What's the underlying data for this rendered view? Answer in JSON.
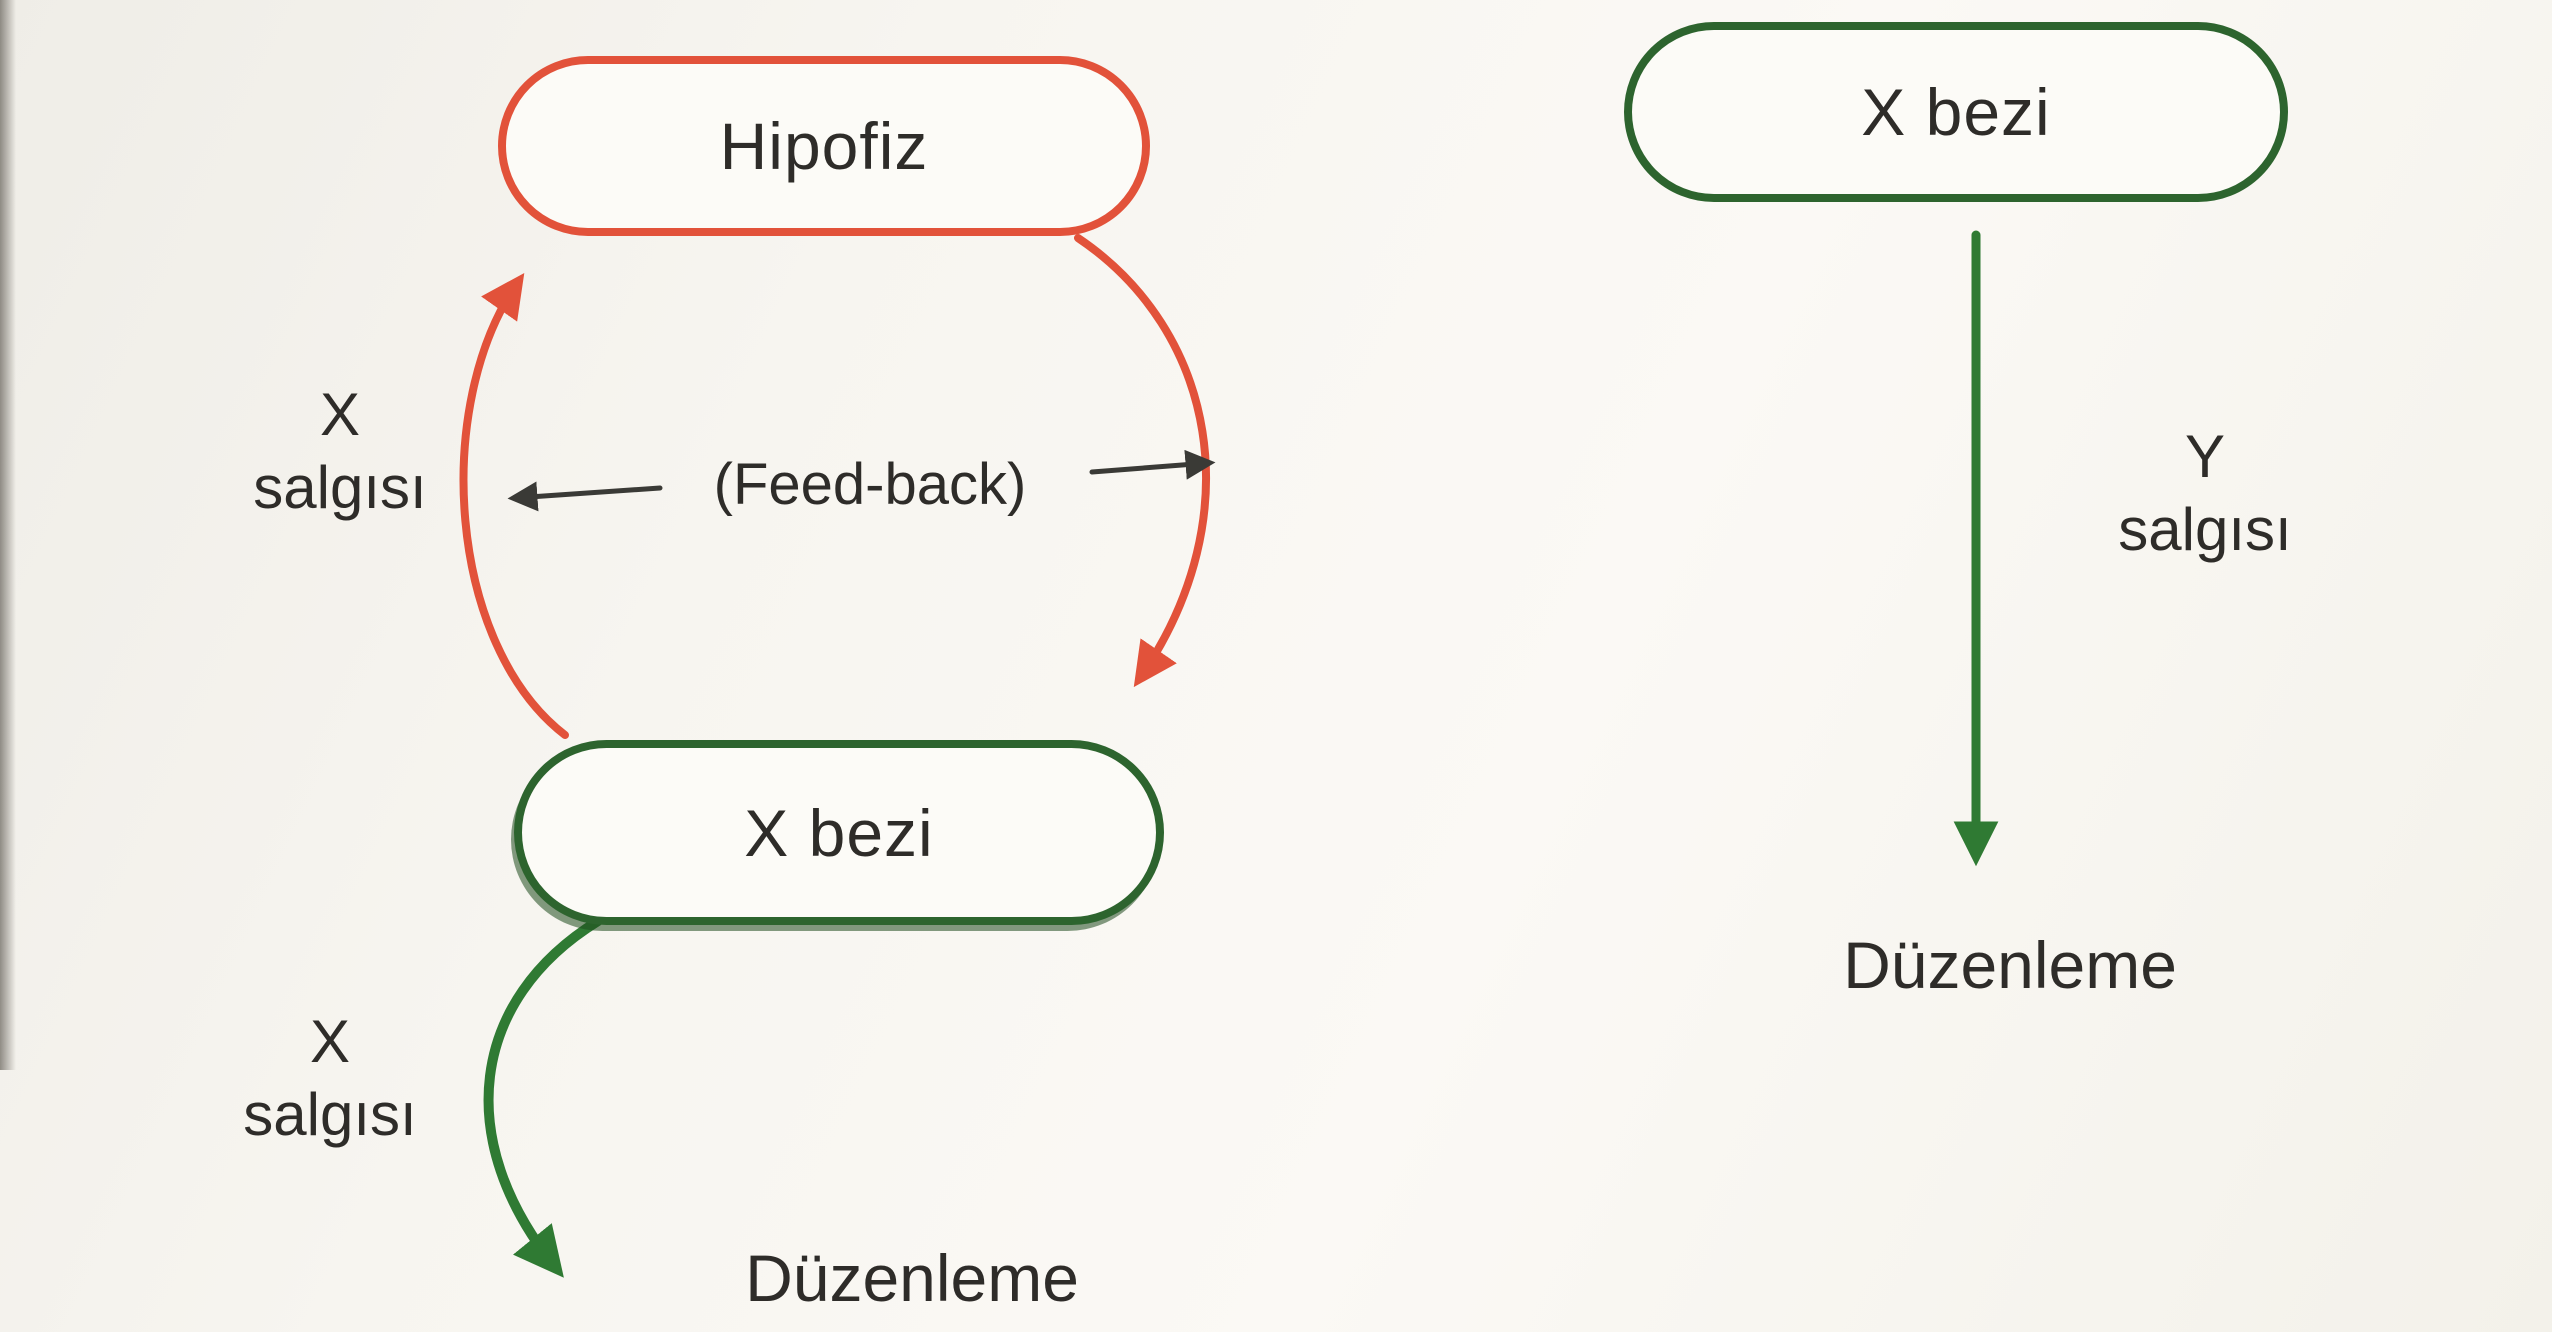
{
  "colors": {
    "red_arrow": "#e2523a",
    "green_border": "#2d642e",
    "green_arrow": "#2f7a33",
    "feedback_arrow": "#3a3a36",
    "text": "#2e2c29",
    "paper": "#f5f3ee"
  },
  "left": {
    "hipofiz": "Hipofiz",
    "x_bezi": "X bezi",
    "feedback": "(Feed-back)",
    "x_salgisi_top_line1": "X",
    "x_salgisi_top_line2": "salgısı",
    "x_salgisi_bottom_line1": "X",
    "x_salgisi_bottom_line2": "salgısı",
    "duzenleme": "Düzenleme"
  },
  "right": {
    "x_bezi": "X bezi",
    "y_salgisi_line1": "Y",
    "y_salgisi_line2": "salgısı",
    "duzenleme": "Düzenleme"
  }
}
